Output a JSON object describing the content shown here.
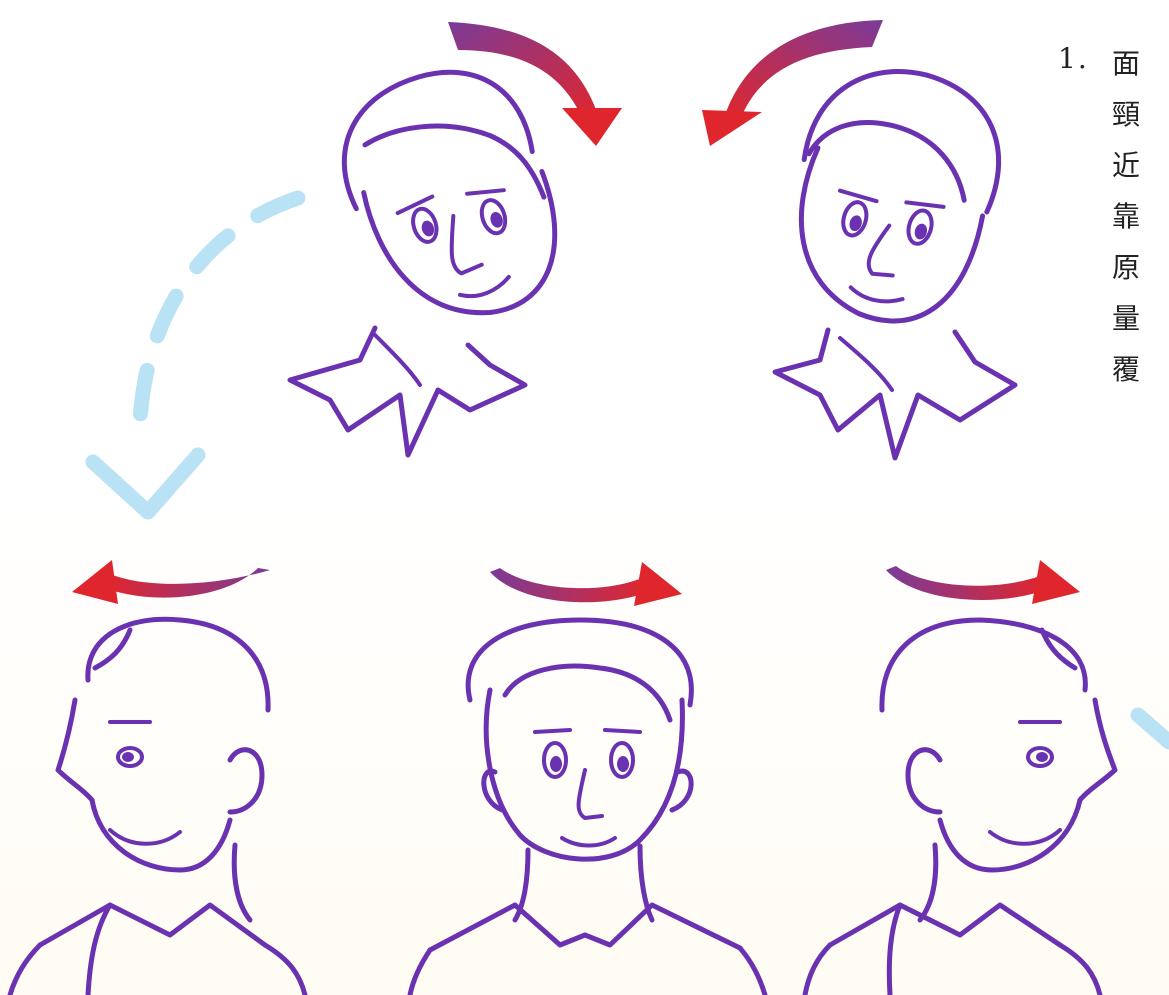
{
  "instructions": {
    "number": "1.",
    "lines": [
      "面",
      "頸",
      "近",
      "靠",
      "原",
      "量",
      "覆"
    ]
  },
  "colors": {
    "line_purple": "#6a32b0",
    "arrow_red": "#e0262d",
    "arrow_purple": "#7b3b98",
    "dashed_blue": "#b9e2f5"
  },
  "figures": [
    {
      "pose": "head-tilt-left",
      "icon": "tilted-head-left"
    },
    {
      "pose": "head-tilt-right",
      "icon": "tilted-head-right"
    },
    {
      "pose": "head-turn-left",
      "icon": "head-profile-left"
    },
    {
      "pose": "face-front",
      "icon": "head-front"
    },
    {
      "pose": "head-turn-right",
      "icon": "head-profile-right"
    }
  ]
}
